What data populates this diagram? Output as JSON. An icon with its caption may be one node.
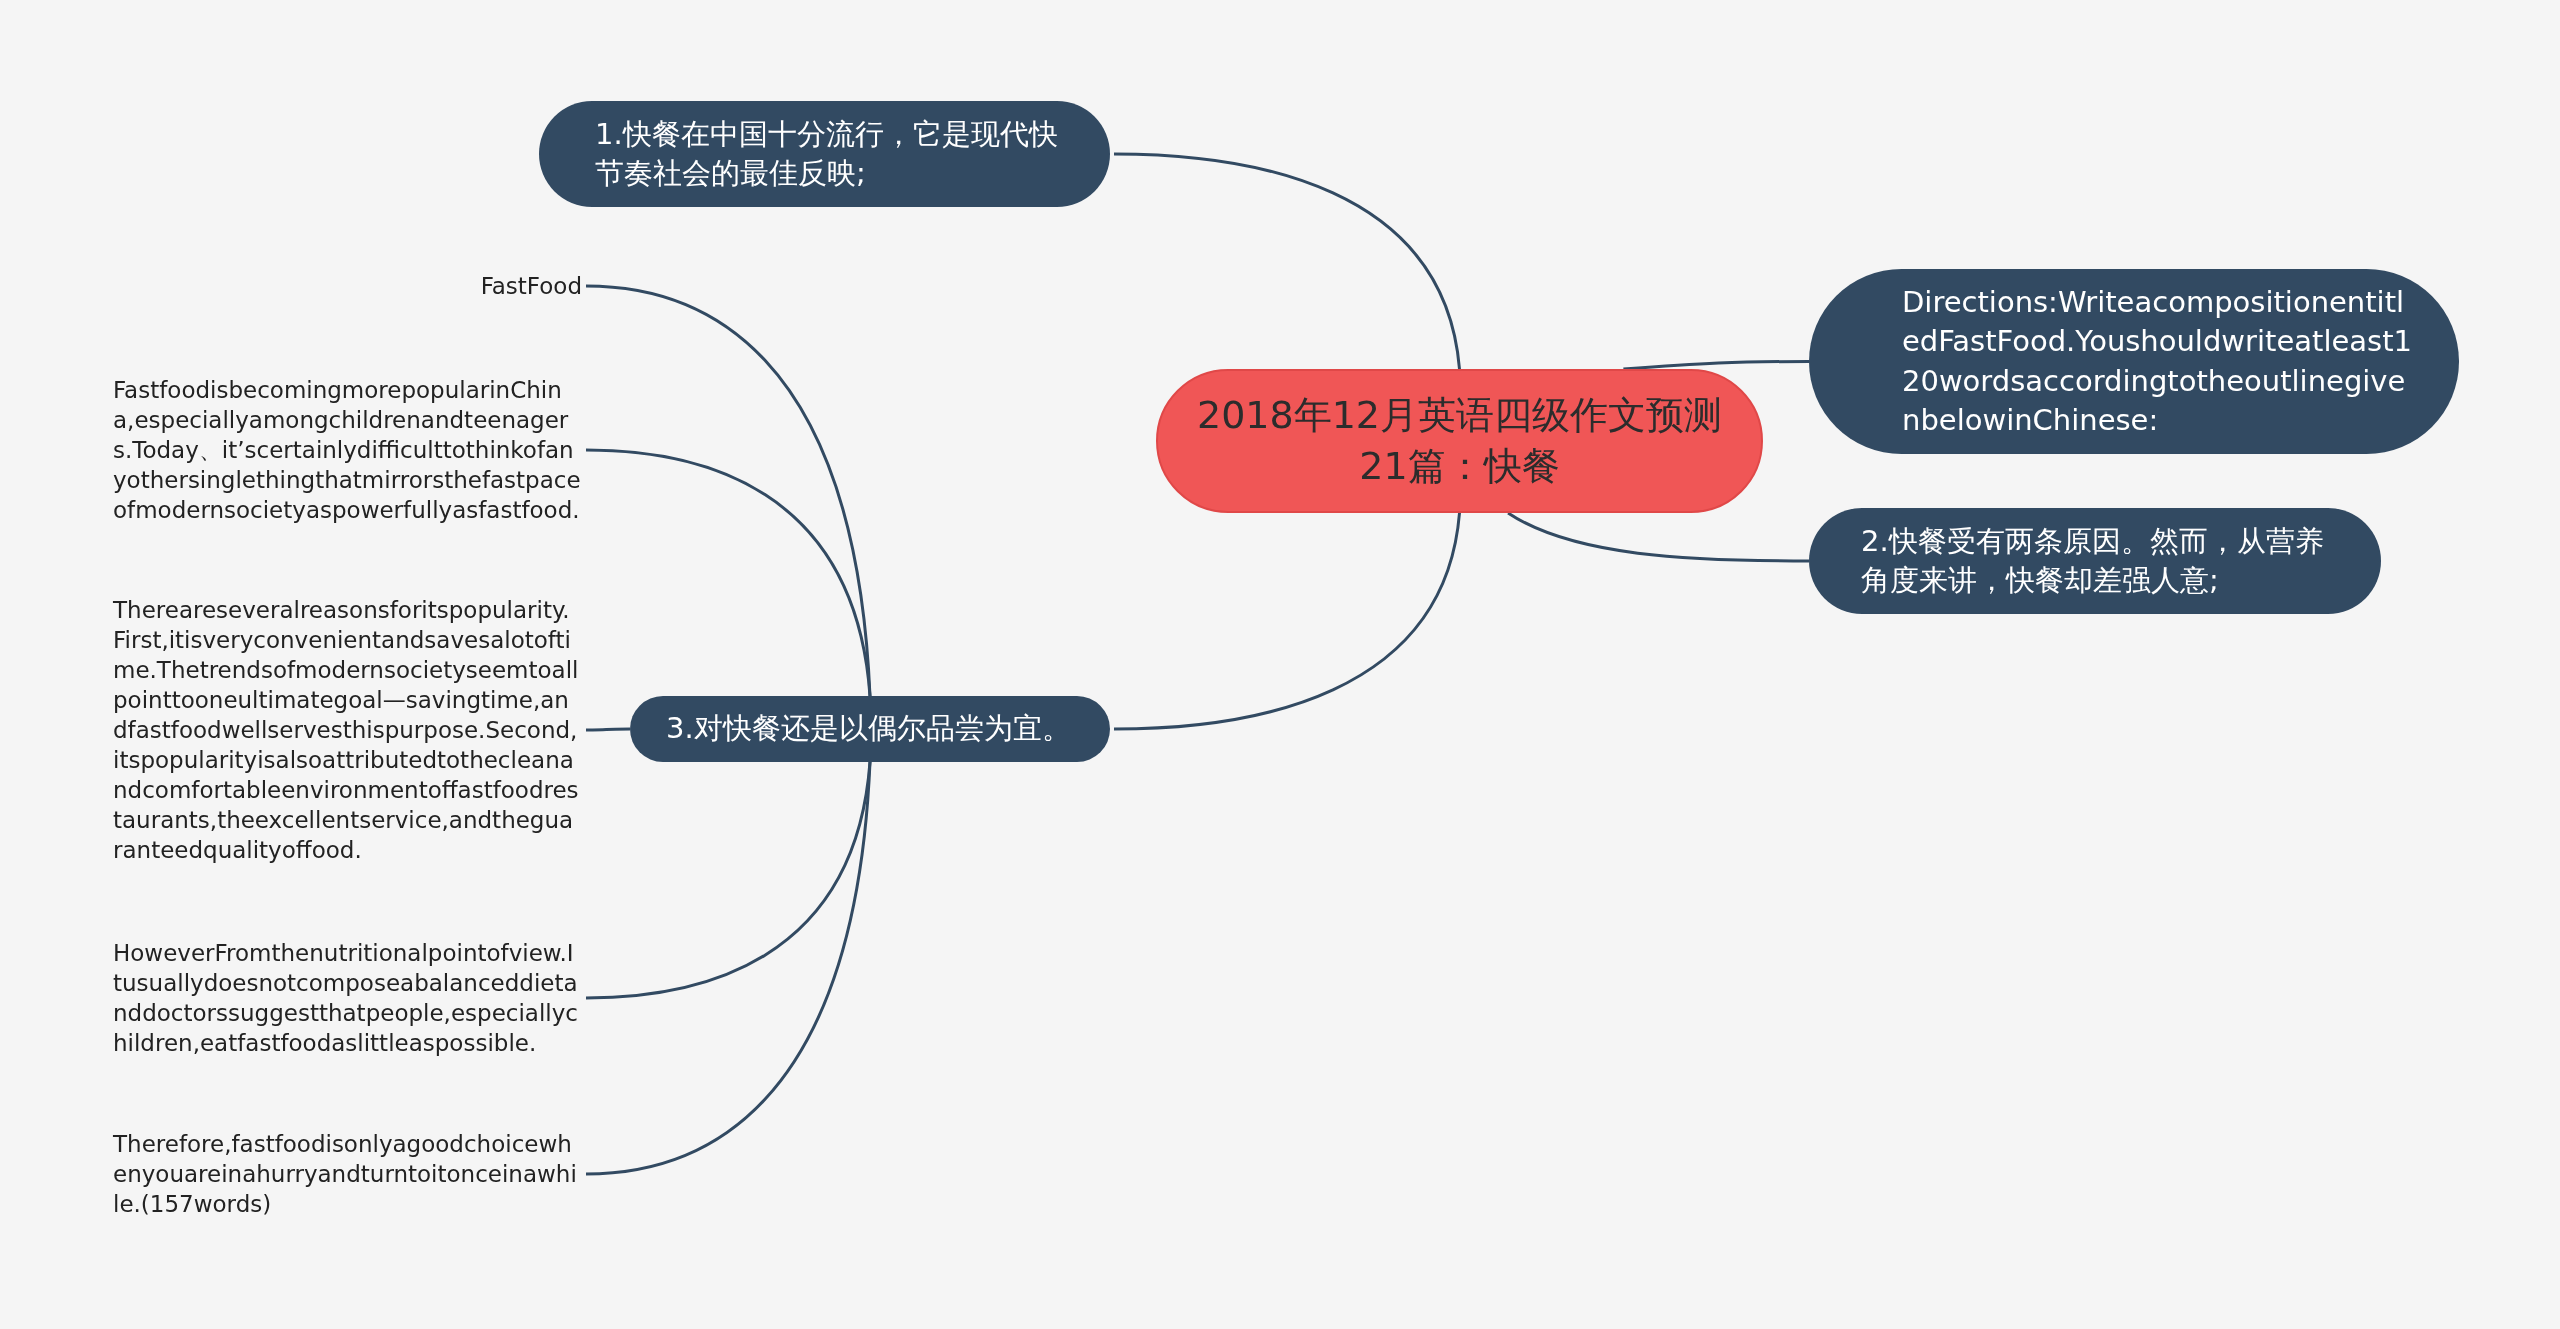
{
  "diagram": {
    "nodes": [
      {
        "text": [
          "2018年12月英语四级作文预测21篇：快餐"
        ]
      },
      {
        "text": [
          "1.快餐在中国十分流行，它是现代快节奏社会的最佳反映;"
        ]
      },
      {
        "text": [
          "Directions:WriteacompositionentitledFastFood.Youshouldwriteatleast120wordsaccordingtotheoutlinegivenbelowinChinese:"
        ]
      },
      {
        "text": [
          "2.快餐受有两条原因。然而，从营养角度来讲，快餐却差强人意;"
        ]
      },
      {
        "text": [
          "3.对快餐还是以偶尔品尝为宜。"
        ]
      },
      {
        "text": [
          "FastFood"
        ]
      },
      {
        "text": [
          "FastfoodisbecomingmorepopularinChina,especiallyamongchildrenandteenagers.Today、it’scertainlydifficulttothinkofanyothersinglethingthatmirrorsthefastpaceofmodernsocietyaspowerfullyasfastfood."
        ]
      },
      {
        "text": [
          "Thereareseveralreasonsforitspopularity.First,itisveryconvenientandsavesalotoftime.Thetrendsofmodernsocietyseemtoallpointtooneultimategoal—savingtime,andfastfoodwellservesthispurpose.Second,itspopularityisalsoattributedtothecleanandcomfortableenvironmentoffastfoodrestaurants,theexcellentservice,andtheguaranteedqualityoffood."
        ]
      },
      {
        "text": [
          "HoweverFromthenutritionalpointofview.Itusuallydoesnotcomposeabalanceddietanddoctorssuggestthatpeople,especiallychildren,eatfastfoodaslittleaspossible."
        ]
      },
      {
        "text": [
          "Therefore,fastfoodisonlyagoodchoicewhenyouareinahurryandturntoitonceinawhile.(157words)"
        ]
      }
    ],
    "edges": [
      {
        "from": 0,
        "to": 1,
        "arrow": "none"
      },
      {
        "from": 0,
        "to": 2,
        "arrow": "none"
      },
      {
        "from": 0,
        "to": 3,
        "arrow": "none"
      },
      {
        "from": 0,
        "to": 4,
        "arrow": "none"
      },
      {
        "from": 4,
        "to": 5,
        "arrow": "none"
      },
      {
        "from": 4,
        "to": 6,
        "arrow": "none"
      },
      {
        "from": 4,
        "to": 7,
        "arrow": "none"
      },
      {
        "from": 4,
        "to": 8,
        "arrow": "none"
      },
      {
        "from": 4,
        "to": 9,
        "arrow": "none"
      }
    ]
  }
}
